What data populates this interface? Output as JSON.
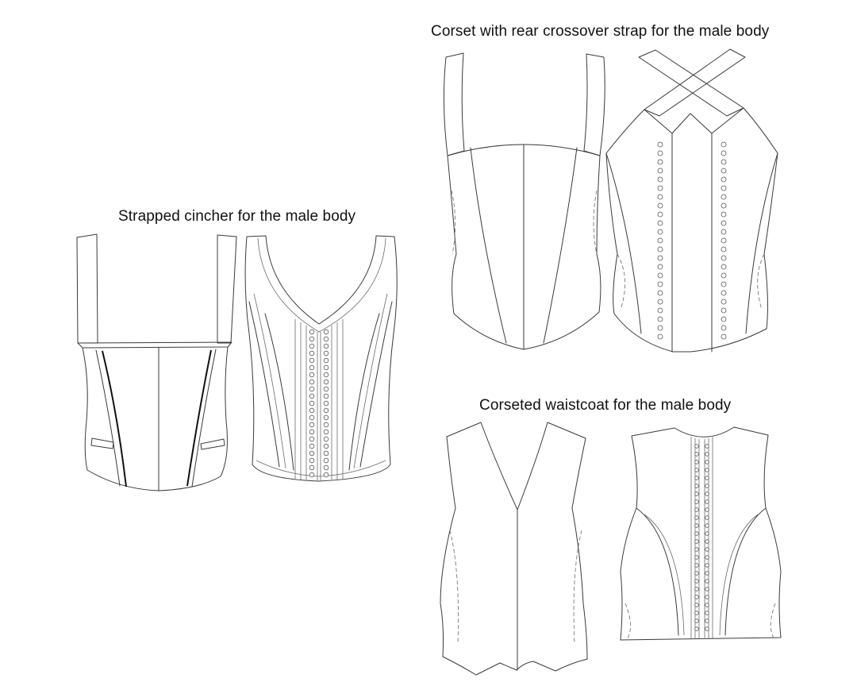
{
  "captions": {
    "strapped_cincher": "Strapped cincher for the male body",
    "crossover_corset": "Corset with rear crossover strap for the male body",
    "corseted_waistcoat": "Corseted waistcoat for the male body"
  },
  "colors": {
    "line": "#3a3a3a",
    "background": "#ffffff"
  }
}
